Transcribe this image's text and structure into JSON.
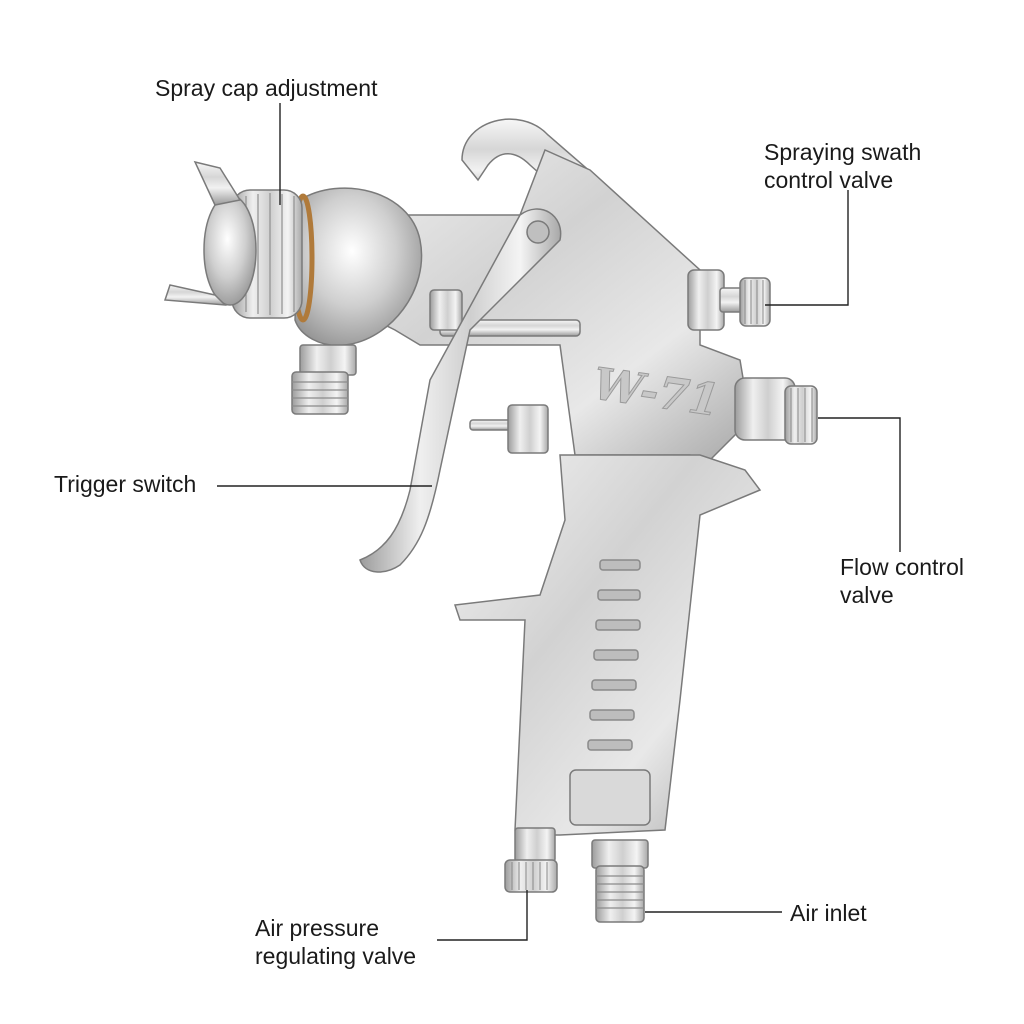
{
  "labels": {
    "spray_cap": "Spray cap adjustment",
    "swath_line1": "Spraying swath",
    "swath_line2": "control valve",
    "trigger": "Trigger switch",
    "flow_line1": "Flow control",
    "flow_line2": "valve",
    "airpress_line1": "Air pressure",
    "airpress_line2": "regulating valve",
    "inlet": "Air inlet"
  },
  "gun": {
    "model_mark": "W-71"
  },
  "colors": {
    "text": "#1a1a1a",
    "leader": "#222222",
    "metal_light": "#e9e9e9",
    "metal_mid": "#c4c4c4",
    "metal_dark": "#8c8c8c",
    "brass": "#b07a3a"
  }
}
